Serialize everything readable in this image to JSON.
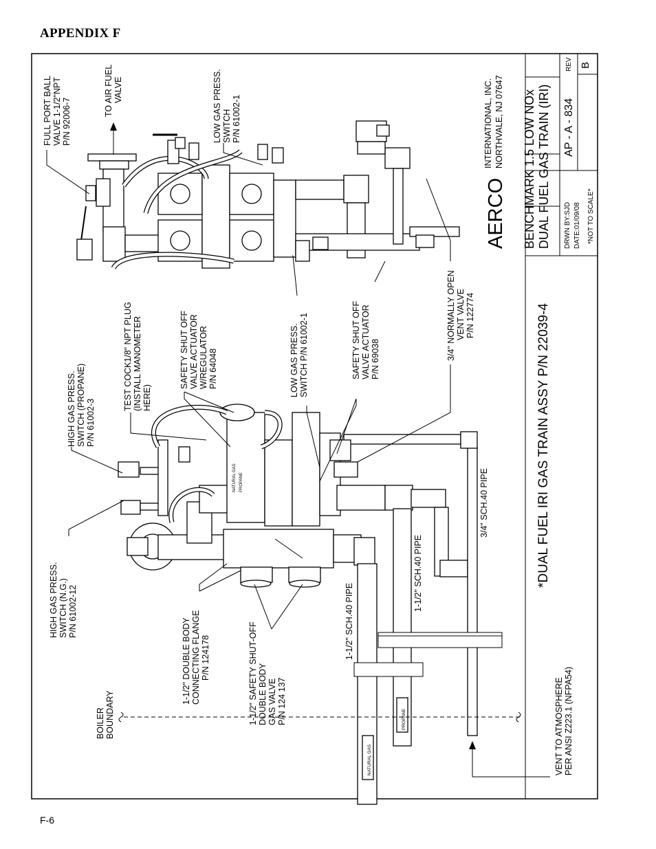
{
  "page": {
    "header": "APPENDIX F",
    "footer": "F-6"
  },
  "title_block": {
    "company": "AERCO",
    "company_line1": "INTERNATIONAL, INC.",
    "company_line2": "NORTHVALE, NJ 07647",
    "title_line1": "BENCHMARK 1.5 LOW NOx",
    "title_line2": "DUAL FUEL GAS TRAIN (IRI)",
    "drawn_by": "DRWN BY:SJD",
    "date": "DATE:01/09/08",
    "scale_note": "*NOT TO SCALE*",
    "drawing_number": "AP - A - 834",
    "rev_label": "REV",
    "rev_value": "B"
  },
  "assembly_title": "*DUAL FUEL IRI GAS TRAIN ASSY P/N 22039-4",
  "callouts": {
    "ball_valve": [
      "FULL PORT BALL",
      "VALVE 1-1/2\"NPT",
      "P/N 92006-7"
    ],
    "to_air_fuel": [
      "TO AIR FUEL",
      "VALVE"
    ],
    "low_gas_top": [
      "LOW GAS PRESS.",
      "SWITCH",
      "P/N 61002-1"
    ],
    "high_gas_propane": [
      "HIGH GAS PRESS.",
      "SWITCH (PROPANE)",
      "P/N 61002-3"
    ],
    "test_cock": [
      "TEST COCK1/8\" NPT PLUG",
      "(INSTALL MANOMETER",
      "HERE)"
    ],
    "ssov_regulator": [
      "SAFETY SHUT OFF",
      "VALVE ACTUATOR",
      "W/REGULATOR",
      "P/N 64048"
    ],
    "low_gas_mid": [
      "LOW GAS PRESS.",
      "SWITCH P/N 61002-1"
    ],
    "ssov_actuator": [
      "SAFETY SHUT OFF",
      "VALVE ACTUATOR",
      "P/N 69038"
    ],
    "vent_valve": [
      "3/4\" NORMALLY OPEN",
      "VENT VALVE",
      "P/N 122774"
    ],
    "high_gas_ng": [
      "HIGH GAS PRESS.",
      "SWITCH (N.G.)",
      "P/N 61002-12"
    ],
    "flange": [
      "1-1/2\" DOUBLE BODY",
      "CONNECTING FLANGE",
      "P/N 124178"
    ],
    "double_body_valve": [
      "1-1/2\" SAFETY SHUT-OFF",
      "DOUBLE BODY",
      "GAS VALVE",
      "P/N 124 137"
    ],
    "boiler_boundary": [
      "BOILER",
      "BOUNDARY"
    ],
    "vent_atmosphere": [
      "VENT TO ATMOSPHERE",
      "PER ANSI Z223.1 (NFPA54)"
    ],
    "pipe_ng": "1-1/2\" SCH.40 PIPE",
    "pipe_propane": "1-1/2\" SCH.40 PIPE",
    "pipe_vent": "3/4\" SCH.40 PIPE",
    "tag_natural_gas": "NATURAL GAS",
    "tag_propane": "PROPANE",
    "actuator_tag_propane": "PROPANE",
    "actuator_tag_ng": "NATURAL GAS"
  }
}
